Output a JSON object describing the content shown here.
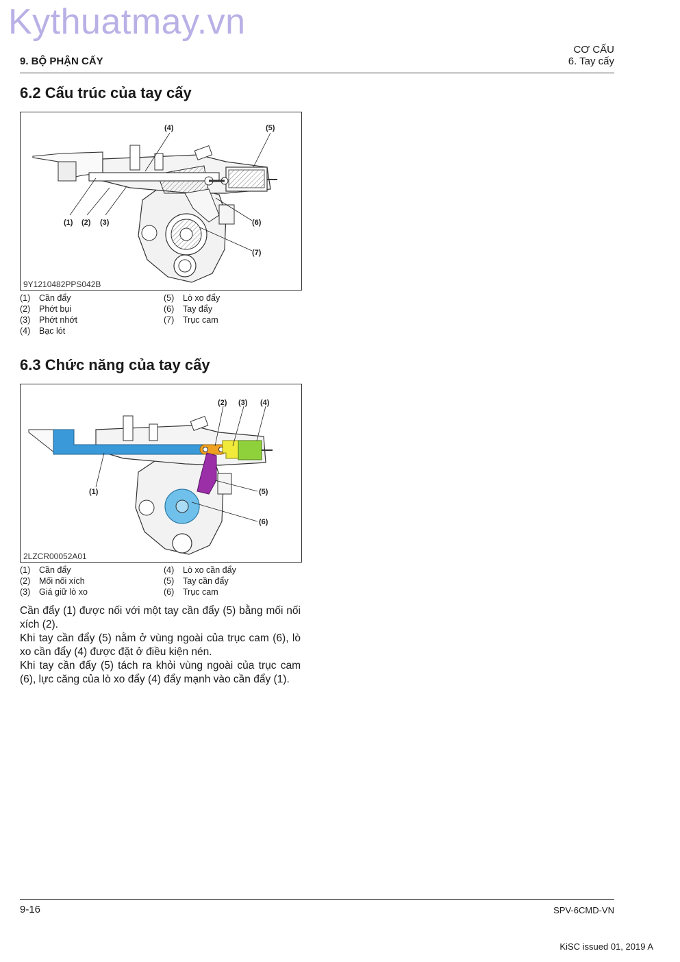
{
  "watermark": "Kythuatmay.vn",
  "header": {
    "section": "9. BỘ PHẬN CẤY",
    "chapter": "CƠ CẤU",
    "subchapter": "6. Tay cấy"
  },
  "section_62": {
    "title": "6.2 Cấu trúc của tay cấy",
    "figure_code": "9Y1210482PPS042B",
    "callouts": [
      "(1)",
      "(2)",
      "(3)",
      "(4)",
      "(5)",
      "(6)",
      "(7)"
    ],
    "legend": [
      {
        "num": "(1)",
        "label": "Cần đẩy"
      },
      {
        "num": "(2)",
        "label": "Phớt bụi"
      },
      {
        "num": "(3)",
        "label": "Phớt nhớt"
      },
      {
        "num": "(4)",
        "label": "Bạc lót"
      },
      {
        "num": "(5)",
        "label": "Lò xo đẩy"
      },
      {
        "num": "(6)",
        "label": "Tay đẩy"
      },
      {
        "num": "(7)",
        "label": "Trục cam"
      }
    ]
  },
  "section_63": {
    "title": "6.3 Chức năng của tay cấy",
    "figure_code": "2LZCR00052A01",
    "callouts": [
      "(1)",
      "(2)",
      "(3)",
      "(4)",
      "(5)",
      "(6)"
    ],
    "legend": [
      {
        "num": "(1)",
        "label": "Cần đẩy"
      },
      {
        "num": "(2)",
        "label": "Mối nối xích"
      },
      {
        "num": "(3)",
        "label": "Giá giữ lò xo"
      },
      {
        "num": "(4)",
        "label": "Lò xo cần đẩy"
      },
      {
        "num": "(5)",
        "label": "Tay cần đẩy"
      },
      {
        "num": "(6)",
        "label": "Trục cam"
      }
    ],
    "paragraphs": [
      "Cần đẩy (1) được nối với một tay cần đẩy (5) bằng mối nối xích (2).",
      "Khi tay cần đẩy (5) nằm ở vùng ngoài của trục cam (6), lò xo cần đẩy (4) được đặt ở điều kiện nén.",
      "Khi tay cần đẩy (5) tách ra khỏi vùng ngoài của trục cam (6), lực căng của lò xo đẩy (4) đẩy mạnh vào cần đẩy (1)."
    ]
  },
  "footer": {
    "page_number": "9-16",
    "doc_code": "SPV-6CMD-VN",
    "issue": "KiSC issued 01, 2019 A"
  },
  "colors": {
    "watermark": "#b9b0e6",
    "push_rod": "#3a9ad9",
    "link_joint": "#f0a020",
    "spring_holder": "#f2ea3a",
    "spring": "#8fd13a",
    "push_arm": "#9a2fa8",
    "cam_shaft": "#6fc0ea"
  }
}
